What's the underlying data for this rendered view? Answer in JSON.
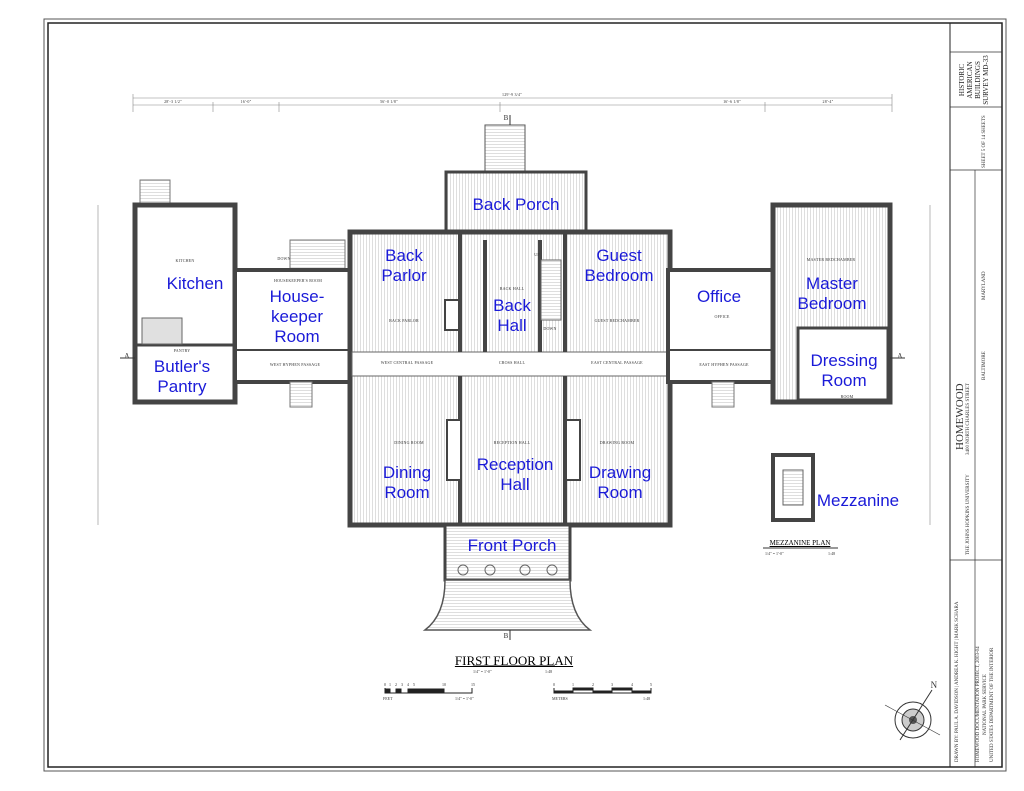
{
  "sheet": {
    "main_title": "FIRST FLOOR PLAN",
    "main_scale": "1/4\" = 1'-0\"",
    "main_ratio": "1:48",
    "mezzanine_title": "MEZZANINE PLAN",
    "mezzanine_scale": "1/4\" = 1'-0\"",
    "mezzanine_ratio": "1:48",
    "feet_label": "FEET",
    "meters_label": "METERS",
    "feet_ticks": [
      "0",
      "1",
      "2",
      "3",
      "4",
      "5",
      "10",
      "15"
    ],
    "meter_ticks": [
      "0",
      "1",
      "2",
      "3",
      "4",
      "5"
    ],
    "section_marks": [
      "A",
      "A",
      "B",
      "B"
    ],
    "compass": "N"
  },
  "dimensions": {
    "overall": "129'-9 3/4\"",
    "segments": [
      "28'-3 1/2\"",
      "16'-0\"",
      "56'-0 1/8\"",
      "16'-6 1/8\"",
      "28'-4\""
    ]
  },
  "title_block": {
    "survey": "HISTORIC AMERICAN BUILDINGS SURVEY MD-33",
    "sheet_no": "SHEET 5 OF 14 SHEETS",
    "state": "MARYLAND",
    "city": "BALTIMORE",
    "building": "HOMEWOOD",
    "address": "3400 NORTH CHARLES STREET",
    "owner": "THE JOHNS HOPKINS UNIVERSITY",
    "project": "HOMEWOOD DOCUMENTATION PROJECT, 2003-04",
    "agency": "NATIONAL PARK SERVICE",
    "department": "UNITED STATES DEPARTMENT OF THE INTERIOR",
    "drawn_by": "DRAWN BY: PAUL A. DAVIDSON | ANDREA K. HIGHT | MARK SCHARA"
  },
  "small_labels": {
    "kitchen": "KITCHEN",
    "housekeepers": "HOUSEKEEPER'S ROOM",
    "pantry": "PANTRY",
    "back_parlor": "BACK PARLOR",
    "back_hall": "BACK HALL",
    "guest": "GUEST BEDCHAMBER",
    "office": "OFFICE",
    "master": "MASTER BEDCHAMBER",
    "dressing": "ROOM",
    "west_hyphen": "WEST HYPHEN PASSAGE",
    "west_central": "WEST CENTRAL PASSAGE",
    "cross_hall": "CROSS HALL",
    "east_central": "EAST CENTRAL PASSAGE",
    "east_hyphen": "EAST HYPHEN PASSAGE",
    "dining": "DINING ROOM",
    "reception": "RECEPTION HALL",
    "drawing": "DRAWING ROOM",
    "down": "DOWN",
    "up": "UP"
  },
  "rooms": {
    "back_porch": "Back Porch",
    "back_parlor": "Back\nParlor",
    "back_hall": "Back\nHall",
    "guest_bedroom": "Guest\nBedroom",
    "office": "Office",
    "master_bedroom": "Master\nBedroom",
    "dressing_room": "Dressing\nRoom",
    "kitchen": "Kitchen",
    "housekeeper_room": "House-\nkeeper\nRoom",
    "butlers_pantry": "Butler's\nPantry",
    "dining_room": "Dining\nRoom",
    "reception_hall": "Reception\nHall",
    "drawing_room": "Drawing\nRoom",
    "front_porch": "Front Porch",
    "mezzanine": "Mezzanine"
  },
  "colors": {
    "label": "#1a1ad8",
    "wall": "#444444",
    "floor": "#e6e6e6"
  }
}
